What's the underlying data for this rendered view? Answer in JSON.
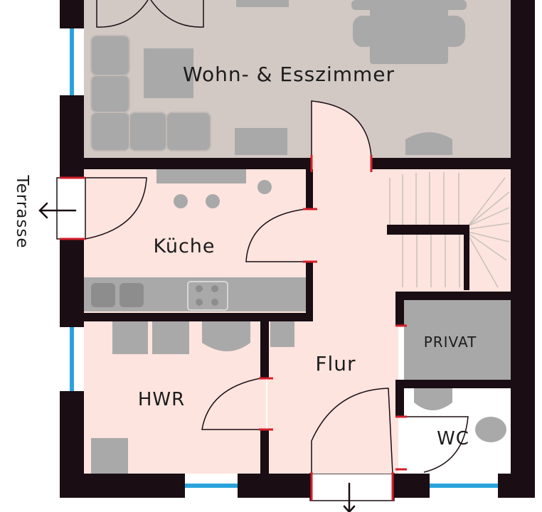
{
  "rooms": {
    "wohn": "Wohn- & Esszimmer",
    "kueche": "Küche",
    "hwr": "HWR",
    "flur": "Flur",
    "privat": "PRIVAT",
    "wc": "WC"
  },
  "exterior": {
    "terrasse": "Terrasse"
  },
  "colors": {
    "wall": "#1a0d14",
    "living_floor": "#d2c8c4",
    "room_floor": "#fde4de",
    "furniture": "#a9a9a9",
    "window": "#2aa3dc",
    "door_marker": "#d61f2a"
  }
}
